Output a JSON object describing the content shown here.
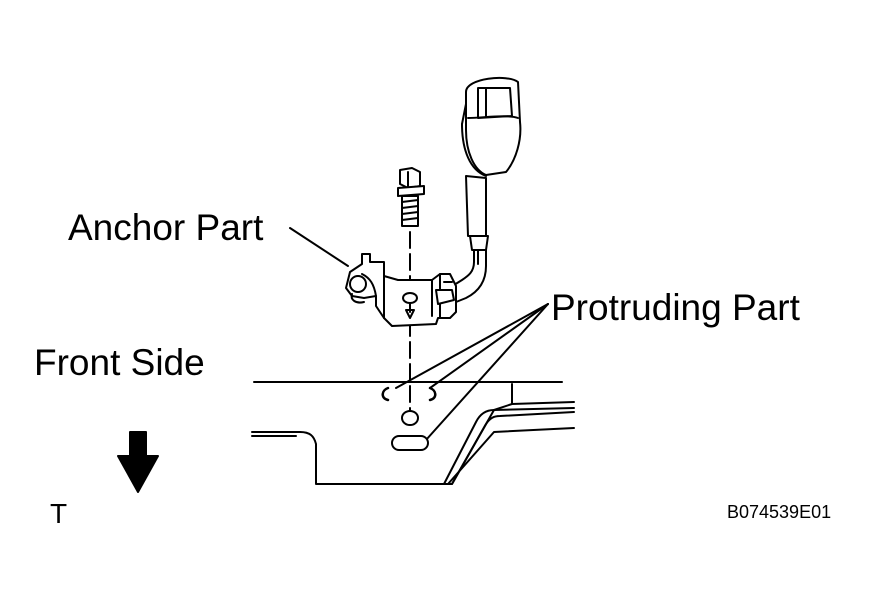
{
  "labels": {
    "anchor": "Anchor Part",
    "protruding": "Protruding Part",
    "front": "Front Side",
    "corner": "T",
    "code": "B074539E01"
  },
  "icons": {
    "direction": "down-arrow-icon"
  },
  "colors": {
    "line": "#000000",
    "background": "#ffffff"
  }
}
